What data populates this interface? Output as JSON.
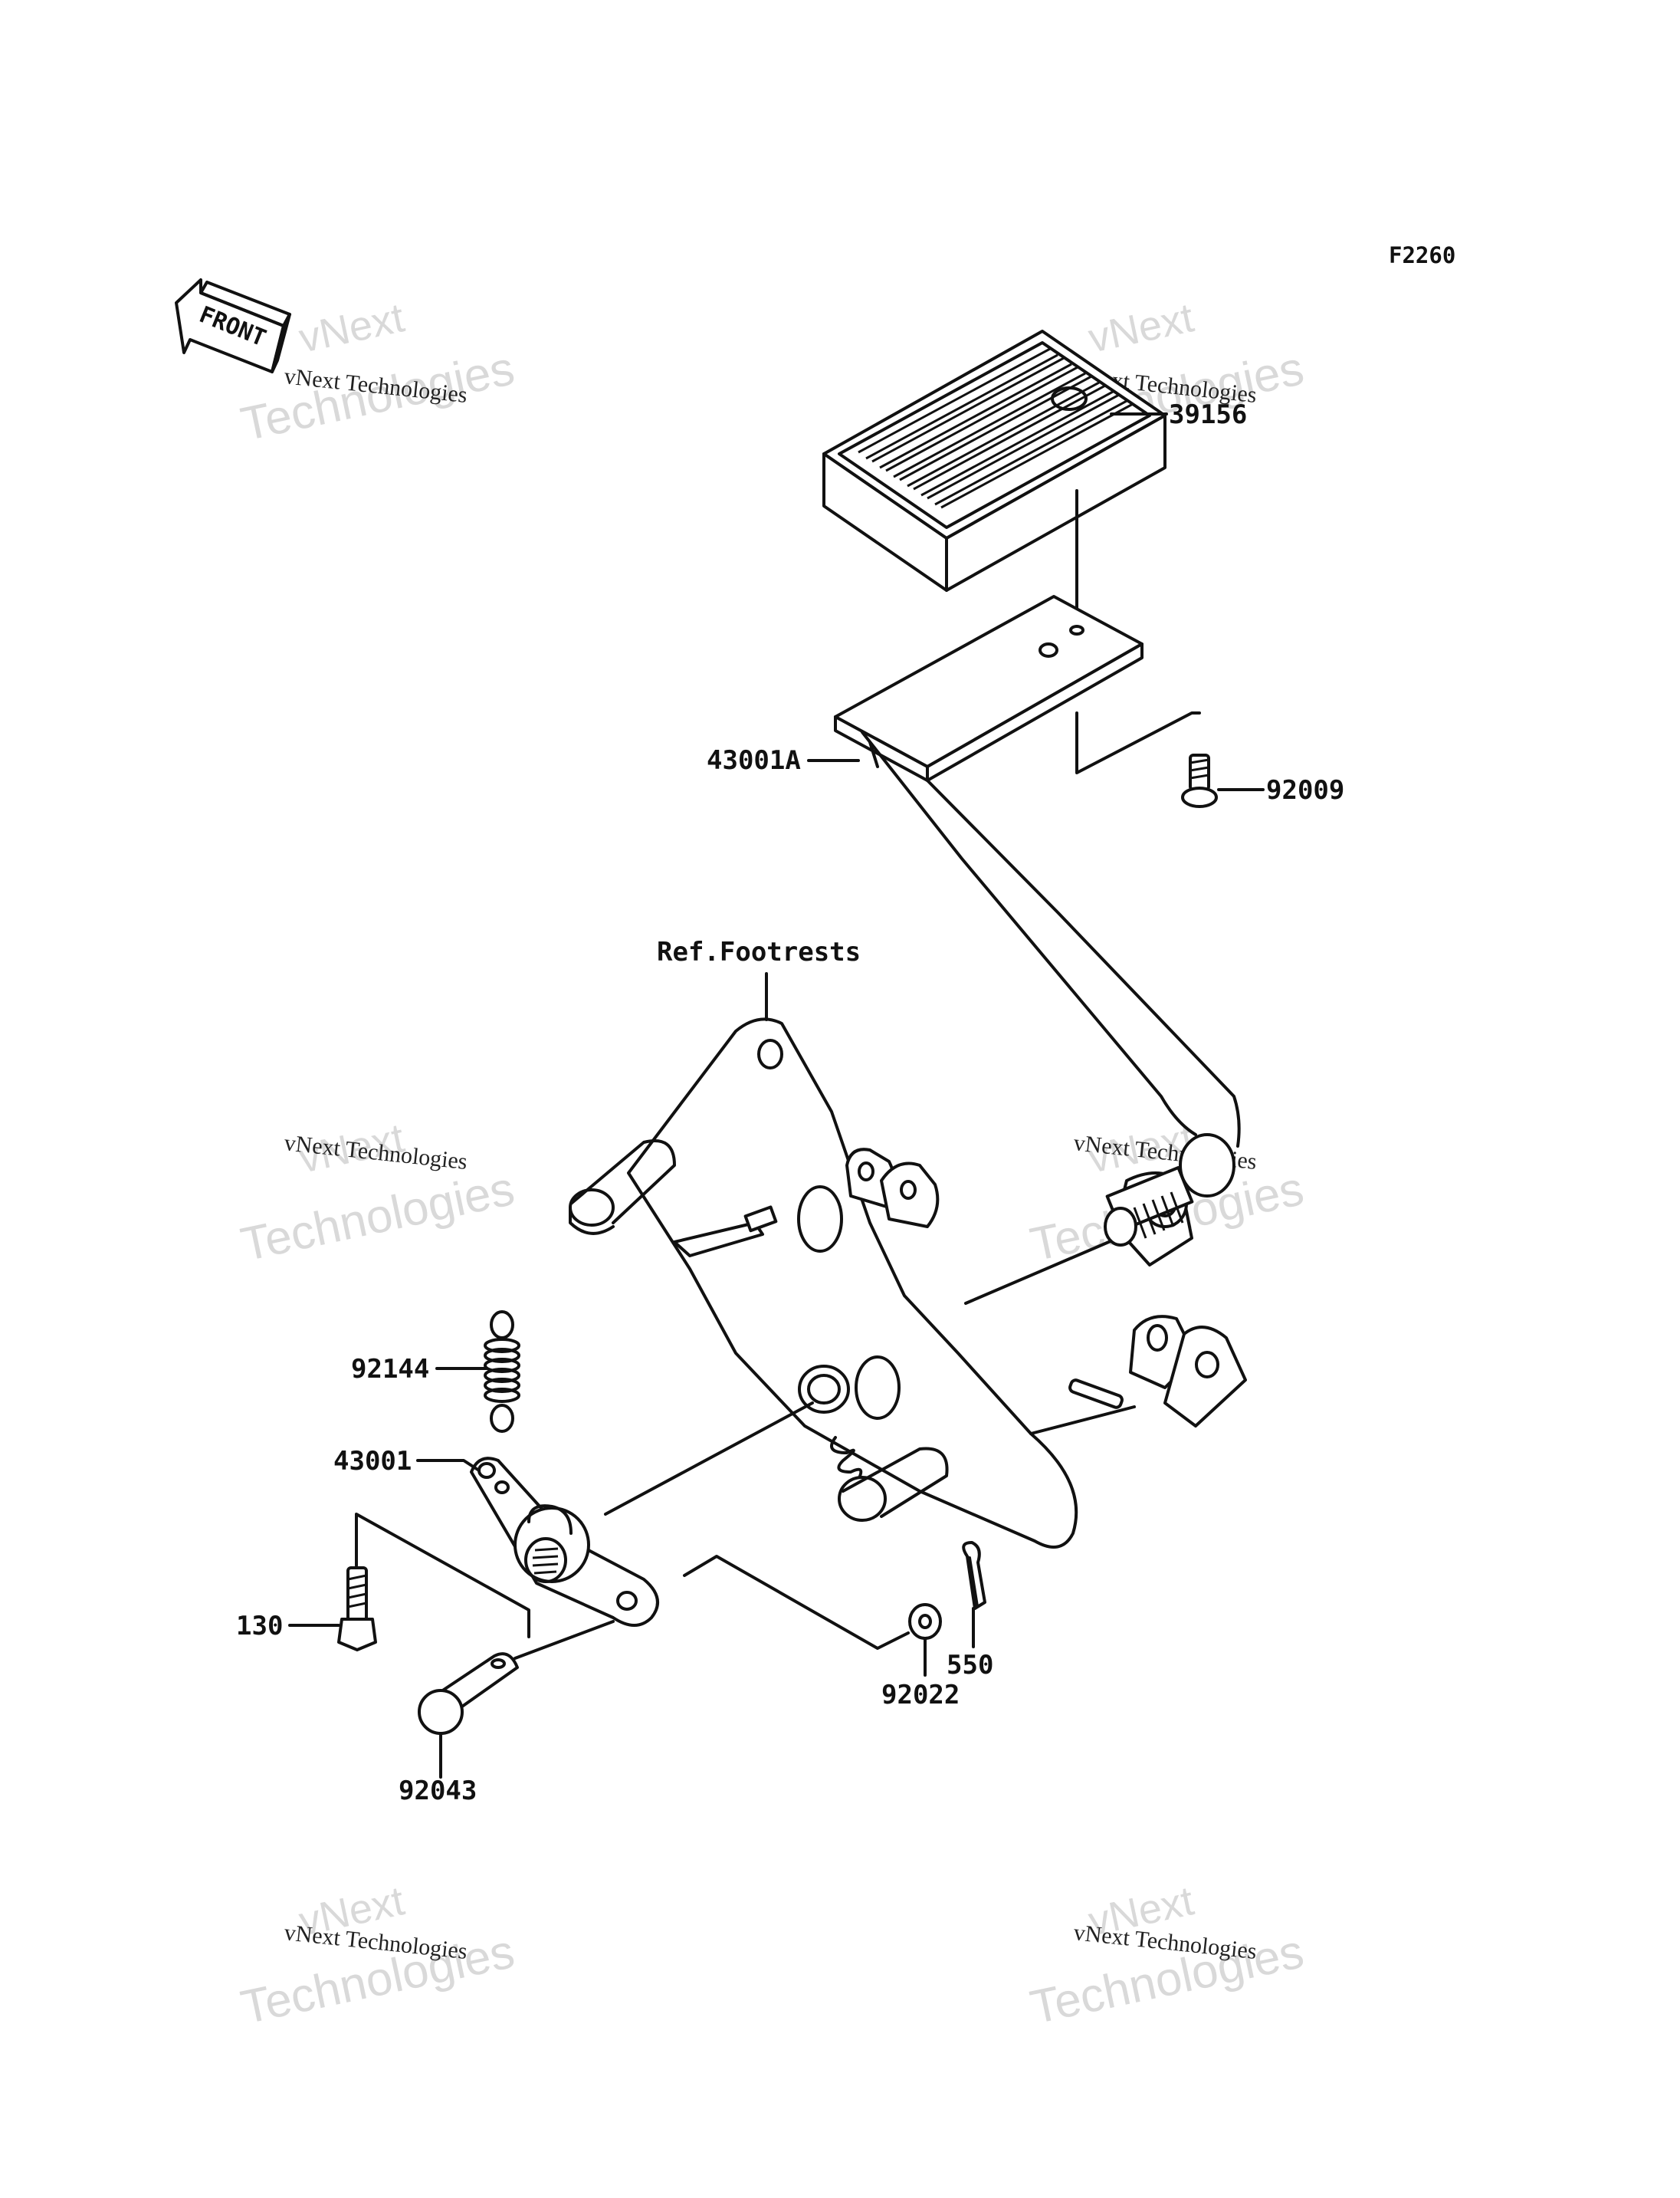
{
  "figure_code": "F2260",
  "front_badge": "FRONT",
  "reference_label": "Ref.Footrests",
  "part_numbers": {
    "pad": "39156",
    "pedal": "43001A",
    "bolt_pad": "92009",
    "spring": "92144",
    "lever": "43001",
    "bolt_lever": "130",
    "pin": "92043",
    "washer": "92022",
    "cotter_pin": "550"
  },
  "watermark": {
    "company": "vNext Technologies",
    "word1": "vNext",
    "word2": "Technologies"
  },
  "colors": {
    "line": "#111111",
    "background": "#ffffff",
    "watermark_faint": "#d9d9d9"
  }
}
